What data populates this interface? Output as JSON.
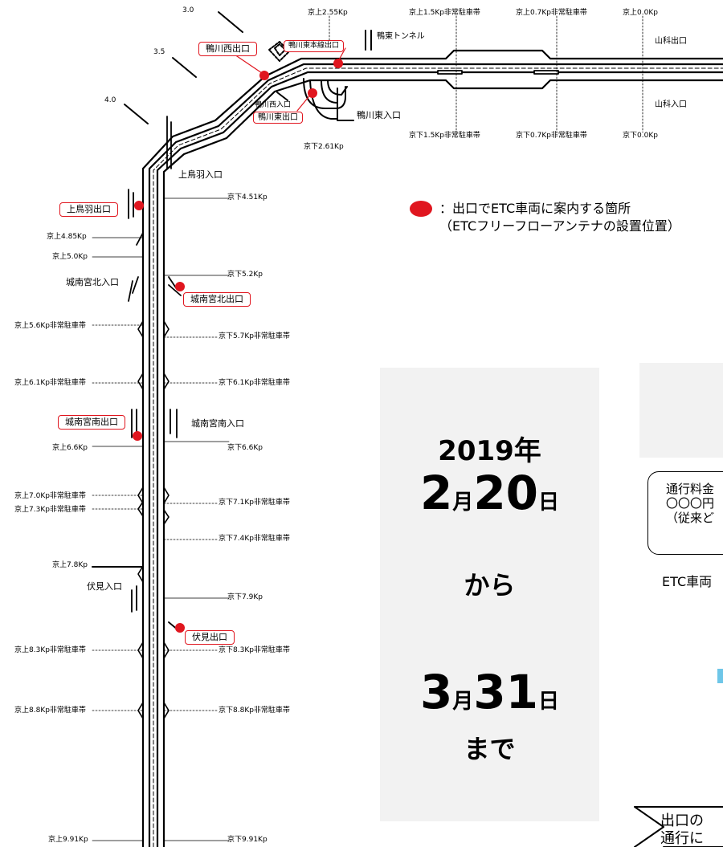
{
  "colors": {
    "exit_marker": "#e0161f",
    "panel_bg": "#f2f2f2",
    "road": "#000000"
  },
  "kp_top": {
    "k30": "3.0",
    "k35": "3.5",
    "k40": "4.0"
  },
  "top_labels": {
    "kamikyo_255": "京上2.55Kp",
    "kamo_tunnel": "鴨東トンネル",
    "kyoup_15": "京上1.5Kp非常駐車帯",
    "kyoup_07": "京上0.7Kp非常駐車帯",
    "kyoup_00": "京上0.0Kp",
    "yamashina_exit": "山科出口",
    "yamashina_entrance": "山科入口",
    "kamogawa_nishi_iriguchi": "鴨川西入口",
    "kamohigashi_iriguchi": "鴨川東入口",
    "kyodown_15": "京下1.5Kp非常駐車帯",
    "kyodown_07": "京下0.7Kp非常駐車帯",
    "kyodown_00": "京下0.0Kp",
    "kyodown_261": "京下2.61Kp"
  },
  "exits": {
    "kamogawa_nishi": "鴨川西出口",
    "kamohigashi_honsen": "鴨川東本線出口",
    "kamohigashi": "鴨川東出口",
    "kamitoba": "上鳥羽出口",
    "jonangu_kita": "城南宮北出口",
    "jonangu_minami": "城南宮南出口",
    "fushimi": "伏見出口"
  },
  "left_labels": {
    "kamitoba_iriguchi": "上鳥羽入口",
    "up_485": "京上4.85Kp",
    "up_50": "京上5.0Kp",
    "jonangu_kita_iriguchi": "城南宮北入口",
    "up_56": "京上5.6Kp非常駐車帯",
    "up_61": "京上6.1Kp非常駐車帯",
    "up_66": "京上6.6Kp",
    "up_70": "京上7.0Kp非常駐車帯",
    "up_73": "京上7.3Kp非常駐車帯",
    "up_78": "京上7.8Kp",
    "fushimi_iriguchi": "伏見入口",
    "up_83": "京上8.3Kp非常駐車帯",
    "up_88": "京上8.8Kp非常駐車帯",
    "up_991": "京上9.91Kp"
  },
  "right_labels": {
    "down_451": "京下4.51Kp",
    "down_52": "京下5.2Kp",
    "down_57": "京下5.7Kp非常駐車帯",
    "down_61": "京下6.1Kp非常駐車帯",
    "jonangu_minami_iriguchi": "城南宮南入口",
    "down_66": "京下6.6Kp",
    "down_71": "京下7.1Kp非常駐車帯",
    "down_74": "京下7.4Kp非常駐車帯",
    "down_79": "京下7.9Kp",
    "down_83": "京下8.3Kp非常駐車帯",
    "down_88": "京下8.8Kp非常駐車帯",
    "down_991": "京下9.91Kp"
  },
  "legend": {
    "line1": "：出口でETC車両に案内する箇所",
    "line2": "（ETCフリーフローアンテナの設置位置）"
  },
  "period": {
    "year": "2019年",
    "start_month": "2",
    "start_month_unit": "月",
    "start_day": "20",
    "start_day_unit": "日",
    "from": "から",
    "end_month": "3",
    "end_month_unit": "月",
    "end_day": "31",
    "end_day_unit": "日",
    "until": "まで"
  },
  "notice": {
    "line1": "通行料金",
    "line2": "〇〇〇円",
    "line3": "（従来ど",
    "etc_line": "ETC車両",
    "bottom1": "出口の",
    "bottom2": "通行に"
  }
}
